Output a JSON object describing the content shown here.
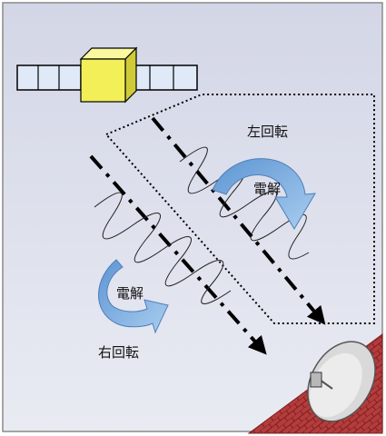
{
  "colors": {
    "background_top": "#d3d6e6",
    "background_bottom": "#e9ebf3",
    "frame": "#8a8a8a",
    "satellite_body": "#f2ef58",
    "solar_panel": "#dfe9f7",
    "arrow_fill": "#7fb0e0",
    "roof_tile": "#b43c3c",
    "dish": "#d9d9d9"
  },
  "labels": {
    "left_rotation": "左回転",
    "right_rotation": "右回転",
    "polarization_upper": "電解",
    "polarization_lower": "電解"
  },
  "icons": [
    "satellite-icon",
    "satellite-dish-icon"
  ]
}
